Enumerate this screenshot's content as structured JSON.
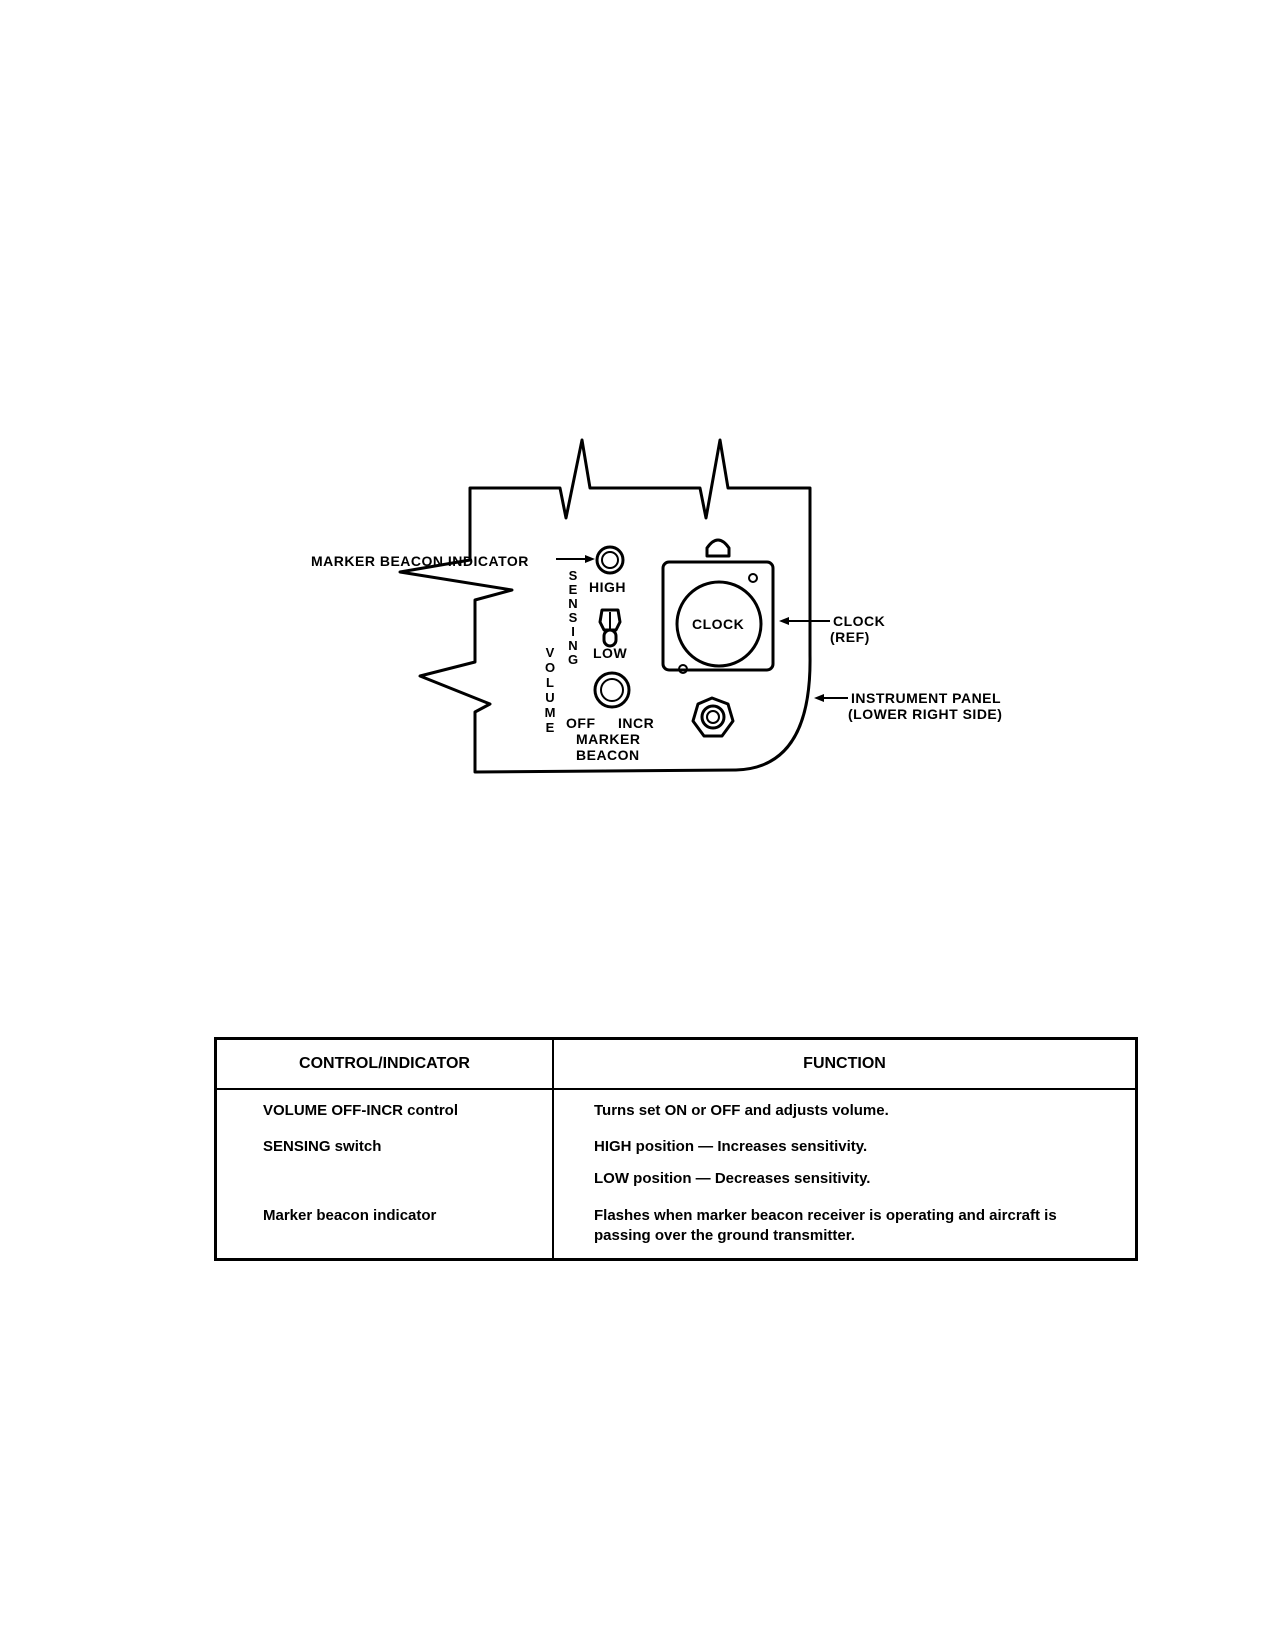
{
  "diagram": {
    "labels": {
      "marker_beacon_indicator": "MARKER BEACON INDICATOR",
      "high": "HIGH",
      "low": "LOW",
      "off": "OFF",
      "incr": "INCR",
      "marker": "MARKER",
      "beacon": "BEACON",
      "clock_face": "CLOCK",
      "clock": "CLOCK",
      "clock_ref": "(REF)",
      "instrument_panel": "INSTRUMENT PANEL",
      "instrument_panel_side": "(LOWER RIGHT SIDE)",
      "sensing_letters": [
        "S",
        "E",
        "N",
        "S",
        "I",
        "N",
        "G"
      ],
      "volume_letters": [
        "V",
        "O",
        "L",
        "U",
        "M",
        "E"
      ]
    }
  },
  "table": {
    "headers": [
      "CONTROL/INDICATOR",
      "FUNCTION"
    ],
    "rows": [
      {
        "control": "VOLUME OFF-INCR control",
        "function": "Turns set ON or OFF and adjusts volume."
      },
      {
        "control": "SENSING switch",
        "function": "HIGH position — Increases sensitivity."
      },
      {
        "control": "",
        "function": "LOW position — Decreases sensitivity."
      },
      {
        "control": "Marker beacon indicator",
        "function": "Flashes when marker beacon receiver is operating and aircraft is passing over the ground transmitter."
      }
    ]
  }
}
